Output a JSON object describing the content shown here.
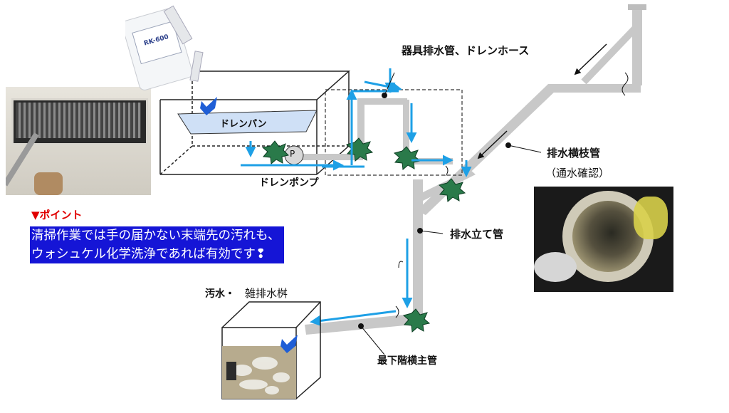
{
  "labels": {
    "drain_pan": "ドレンパン",
    "drain_pump": "ドレンポンプ",
    "pump_symbol": "P",
    "fixture_drain": "器具排水管、ドレンホース",
    "branch_pipe": "排水横枝管",
    "branch_pipe_note": "（通水確認）",
    "stack": "排水立て管",
    "basin_a": "汚水・",
    "basin_b": "雑排水桝",
    "main_pipe": "最下階横主管"
  },
  "point": {
    "title": "▼ポイント",
    "line1": "清掃作業では手の届かない末端先の汚れも、",
    "line2": "ウォシュケル化学洗浄であれば有効です❢"
  },
  "product": {
    "name": "RK-600"
  },
  "colors": {
    "flow_arrow": "#1ea0e6",
    "pipe": "#c8c8c8",
    "highlight_box": "#1515d6",
    "point_title": "#e00000",
    "grime": "#2a7a4a"
  }
}
